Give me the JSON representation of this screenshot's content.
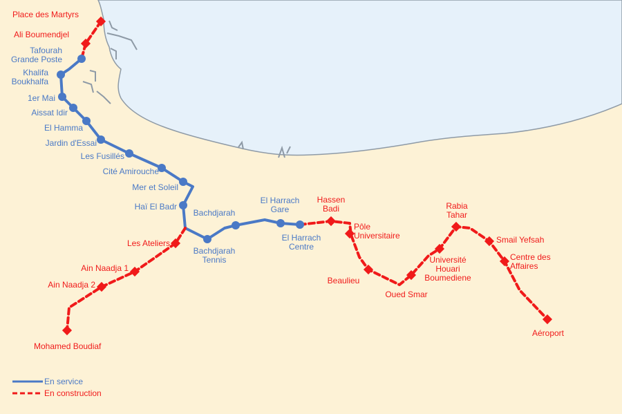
{
  "colors": {
    "land": "#fdf2d6",
    "sea": "#e6f1fa",
    "coast": "#8e9aa6",
    "in_service": "#4a79c6",
    "under_construction": "#f01a1a"
  },
  "legend": {
    "in_service": "En service",
    "under_construction": "En construction"
  },
  "stations": [
    {
      "id": "place-des-martyrs",
      "lines": [
        "Place des Martyrs"
      ],
      "status": "construction"
    },
    {
      "id": "ali-boumendjel",
      "lines": [
        "Ali Boumendjel"
      ],
      "status": "construction"
    },
    {
      "id": "tafourah-grande-poste",
      "lines": [
        "Tafourah",
        "Grande Poste"
      ],
      "status": "service"
    },
    {
      "id": "khalifa-boukhalfa",
      "lines": [
        "Khalifa",
        "Boukhalfa"
      ],
      "status": "service"
    },
    {
      "id": "1er-mai",
      "lines": [
        "1er Mai"
      ],
      "status": "service"
    },
    {
      "id": "aissat-idir",
      "lines": [
        "Aissat Idir"
      ],
      "status": "service"
    },
    {
      "id": "el-hamma",
      "lines": [
        "El Hamma"
      ],
      "status": "service"
    },
    {
      "id": "jardin-d-essai",
      "lines": [
        "Jardin d'Essai"
      ],
      "status": "service"
    },
    {
      "id": "les-fusilles",
      "lines": [
        "Les Fusillés"
      ],
      "status": "service"
    },
    {
      "id": "cite-amirouche",
      "lines": [
        "Cité Amirouche"
      ],
      "status": "service"
    },
    {
      "id": "mer-et-soleil",
      "lines": [
        "Mer et Soleil"
      ],
      "status": "service"
    },
    {
      "id": "hai-el-badr",
      "lines": [
        "Haï El Badr"
      ],
      "status": "service"
    },
    {
      "id": "les-ateliers",
      "lines": [
        "Les Ateliers"
      ],
      "status": "construction"
    },
    {
      "id": "ain-naadja-1",
      "lines": [
        "Ain Naadja 1"
      ],
      "status": "construction"
    },
    {
      "id": "ain-naadja-2",
      "lines": [
        "Ain Naadja 2"
      ],
      "status": "construction"
    },
    {
      "id": "mohamed-boudiaf",
      "lines": [
        "Mohamed Boudiaf"
      ],
      "status": "construction"
    },
    {
      "id": "bachdjarah-tennis",
      "lines": [
        "Bachdjarah",
        "Tennis"
      ],
      "status": "service"
    },
    {
      "id": "bachdjarah",
      "lines": [
        "Bachdjarah"
      ],
      "status": "service"
    },
    {
      "id": "el-harrach-gare",
      "lines": [
        "El Harrach",
        "Gare"
      ],
      "status": "service"
    },
    {
      "id": "el-harrach-centre",
      "lines": [
        "El Harrach",
        "Centre"
      ],
      "status": "service"
    },
    {
      "id": "hassen-badi",
      "lines": [
        "Hassen",
        "Badi"
      ],
      "status": "construction"
    },
    {
      "id": "pole-universitaire",
      "lines": [
        "Pôle",
        "Universitaire"
      ],
      "status": "construction"
    },
    {
      "id": "beaulieu",
      "lines": [
        "Beaulieu"
      ],
      "status": "construction"
    },
    {
      "id": "oued-smar",
      "lines": [
        "Oued Smar"
      ],
      "status": "construction"
    },
    {
      "id": "universite-houari-boumediene",
      "lines": [
        "Université",
        "Houari",
        "Boumediene"
      ],
      "status": "construction"
    },
    {
      "id": "rabia-tahar",
      "lines": [
        "Rabia",
        "Tahar"
      ],
      "status": "construction"
    },
    {
      "id": "smail-yefsah",
      "lines": [
        "Smail Yefsah"
      ],
      "status": "construction"
    },
    {
      "id": "centre-des-affaires",
      "lines": [
        "Centre des",
        "Affaires"
      ],
      "status": "construction"
    },
    {
      "id": "aeroport",
      "lines": [
        "Aéroport"
      ],
      "status": "construction"
    }
  ]
}
